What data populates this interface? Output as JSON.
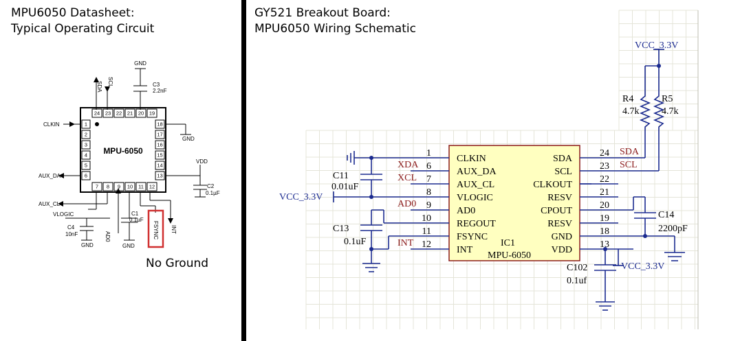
{
  "left_panel": {
    "title_line1": "MPU6050 Datasheet:",
    "title_line2": "Typical Operating Circuit",
    "chip_name": "MPU-6050",
    "top_pins": [
      "24",
      "23",
      "22",
      "21",
      "20",
      "19"
    ],
    "left_pins": [
      "1",
      "2",
      "3",
      "4",
      "5",
      "6"
    ],
    "right_pins": [
      "18",
      "17",
      "16",
      "15",
      "14",
      "13"
    ],
    "bottom_pins": [
      "7",
      "8",
      "9",
      "10",
      "11",
      "12"
    ],
    "labels": {
      "sda": "SDA",
      "scl": "SCL",
      "clkin": "CLKIN",
      "aux_da": "AUX_DA",
      "aux_cl": "AUX_CL",
      "vlogic": "VLOGIC",
      "vdd": "VDD",
      "ad0": "AD0",
      "fsync": "FSYNC",
      "int": "INT",
      "c1": "C1",
      "c1_val": "0.1µF",
      "c2": "C2",
      "c2_val": "0.1µF",
      "c3": "C3",
      "c3_val": "2.2nF",
      "c4": "C4",
      "c4_val": "10nF",
      "gnd": "GND"
    },
    "annotation": "No Ground",
    "highlight_color": "#d03030"
  },
  "right_panel": {
    "title_line1": "GY521 Breakout Board:",
    "title_line2": "MPU6050 Wiring Schematic",
    "chip_ref": "IC1",
    "chip_part": "MPU-6050",
    "left_pin_nums": [
      "1",
      "6",
      "7",
      "8",
      "9",
      "10",
      "11",
      "12"
    ],
    "left_pin_names": [
      "CLKIN",
      "AUX_DA",
      "AUX_CL",
      "VLOGIC",
      "AD0",
      "REGOUT",
      "FSYNC",
      "INT"
    ],
    "right_pin_nums": [
      "24",
      "23",
      "22",
      "21",
      "20",
      "19",
      "18",
      "13"
    ],
    "right_pin_names": [
      "SDA",
      "SCL",
      "CLKOUT",
      "RESV",
      "CPOUT",
      "RESV",
      "GND",
      "VDD"
    ],
    "nets": {
      "xda": "XDA",
      "xcl": "XCL",
      "ad0": "AD0",
      "int": "INT",
      "sda": "SDA",
      "scl": "SCL",
      "vcc_top": "VCC_3.3V",
      "vcc_left": "VCC_3.3V",
      "vcc_bottom": "VCC_3.3V"
    },
    "parts": {
      "r4": "R4",
      "r4_val": "4.7k",
      "r5": "R5",
      "r5_val": "4.7k",
      "c11": "C11",
      "c11_val": "0.01uF",
      "c13": "C13",
      "c13_val": "0.1uF",
      "c14": "C14",
      "c14_val": "2200pF",
      "c102": "C102",
      "c102_val": "0.1uf"
    },
    "colors": {
      "wire": "#1a2a8f",
      "chip_fill": "#ffffc0",
      "chip_border": "#8b1a1a",
      "net_label": "#8b1a1a",
      "grid": "#e4e4d8"
    }
  }
}
